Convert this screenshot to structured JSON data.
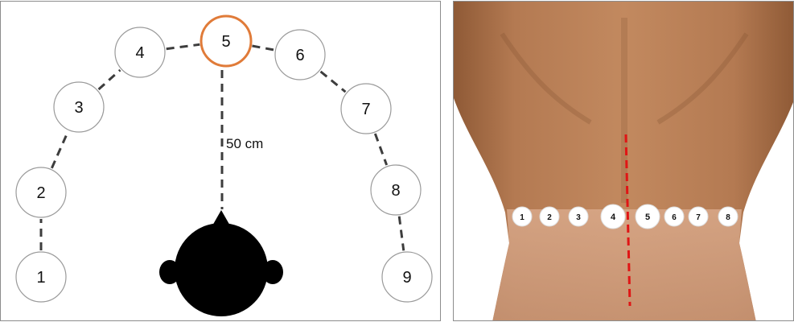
{
  "left_panel": {
    "positions": [
      "1",
      "2",
      "3",
      "4",
      "5",
      "6",
      "7",
      "8",
      "9"
    ],
    "highlighted_position": "5",
    "distance_label": "50 cm",
    "colors": {
      "highlight": "#e07b39",
      "dash": "#3d3d3d",
      "head": "#000000"
    }
  },
  "right_panel": {
    "positions": [
      "1",
      "2",
      "3",
      "4",
      "5",
      "6",
      "7",
      "8"
    ],
    "colors": {
      "skin": "#b77c52",
      "midline": "#e01515"
    }
  }
}
